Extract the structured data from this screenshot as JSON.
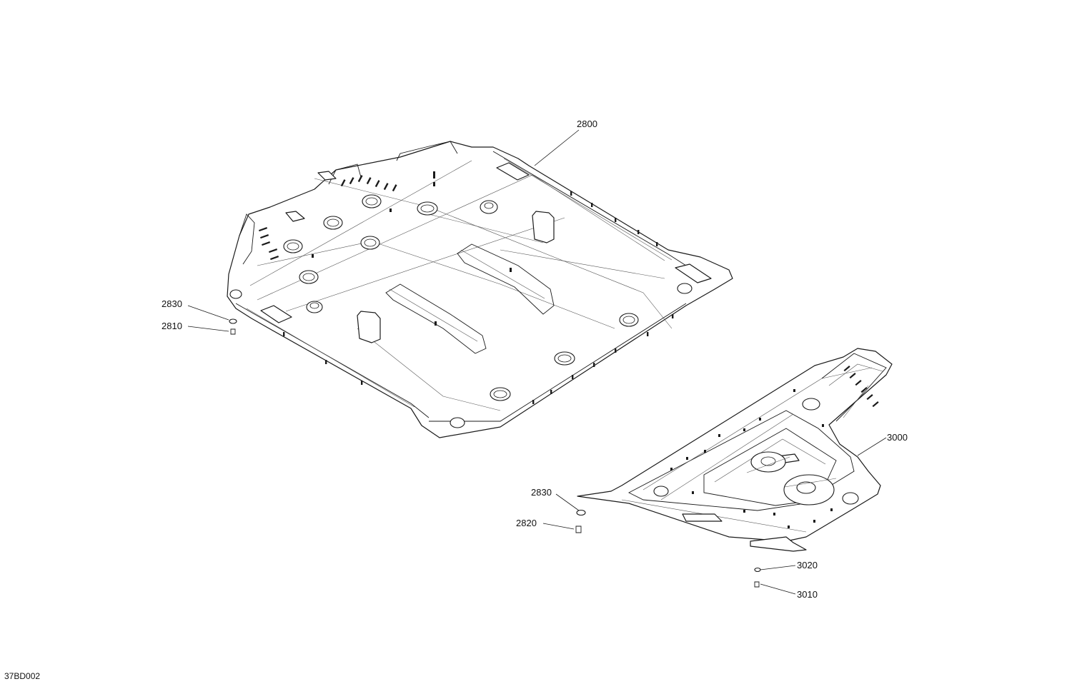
{
  "callouts": {
    "c2800": "2800",
    "c2830a": "2830",
    "c2810": "2810",
    "c3000": "3000",
    "c2830b": "2830",
    "c2820": "2820",
    "c3020": "3020",
    "c3010": "3010"
  },
  "reference_code": "37BD002"
}
